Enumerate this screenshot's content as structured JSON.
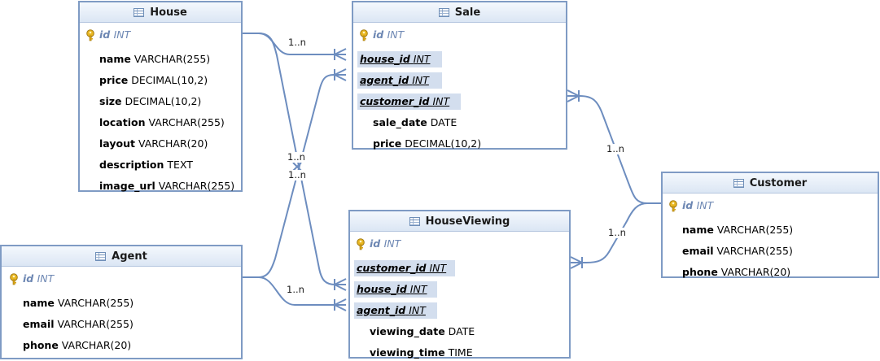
{
  "entities": {
    "house": {
      "title": "House",
      "pk": {
        "name": "id",
        "type": "INT"
      },
      "fields": [
        {
          "name": "name",
          "type": "VARCHAR(255)"
        },
        {
          "name": "price",
          "type": "DECIMAL(10,2)"
        },
        {
          "name": "size",
          "type": "DECIMAL(10,2)"
        },
        {
          "name": "location",
          "type": "VARCHAR(255)"
        },
        {
          "name": "layout",
          "type": "VARCHAR(20)"
        },
        {
          "name": "description",
          "type": "TEXT"
        },
        {
          "name": "image_url",
          "type": "VARCHAR(255)"
        }
      ]
    },
    "sale": {
      "title": "Sale",
      "pk": {
        "name": "id",
        "type": "INT"
      },
      "fk_fields": [
        {
          "name": "house_id",
          "type": "INT"
        },
        {
          "name": "agent_id",
          "type": "INT"
        },
        {
          "name": "customer_id",
          "type": "INT"
        }
      ],
      "fields": [
        {
          "name": "sale_date",
          "type": "DATE"
        },
        {
          "name": "price",
          "type": "DECIMAL(10,2)"
        }
      ]
    },
    "customer": {
      "title": "Customer",
      "pk": {
        "name": "id",
        "type": "INT"
      },
      "fields": [
        {
          "name": "name",
          "type": "VARCHAR(255)"
        },
        {
          "name": "email",
          "type": "VARCHAR(255)"
        },
        {
          "name": "phone",
          "type": "VARCHAR(20)"
        }
      ]
    },
    "agent": {
      "title": "Agent",
      "pk": {
        "name": "id",
        "type": "INT"
      },
      "fields": [
        {
          "name": "name",
          "type": "VARCHAR(255)"
        },
        {
          "name": "email",
          "type": "VARCHAR(255)"
        },
        {
          "name": "phone",
          "type": "VARCHAR(20)"
        }
      ]
    },
    "houseviewing": {
      "title": "HouseViewing",
      "pk": {
        "name": "id",
        "type": "INT"
      },
      "fk_fields": [
        {
          "name": "customer_id",
          "type": "INT"
        },
        {
          "name": "house_id",
          "type": "INT"
        },
        {
          "name": "agent_id",
          "type": "INT"
        }
      ],
      "fields": [
        {
          "name": "viewing_date",
          "type": "DATE"
        },
        {
          "name": "viewing_time",
          "type": "TIME"
        }
      ]
    }
  },
  "relationships": [
    {
      "label": "1..n"
    },
    {
      "label": "1..n"
    },
    {
      "label": "1..n"
    },
    {
      "label": "1..n"
    },
    {
      "label": "1..n"
    },
    {
      "label": "1..n"
    }
  ],
  "colors": {
    "line": "#6d8dbf",
    "border": "#7f9bc4",
    "fk_highlight": "#d3deee",
    "pk_text": "#6d87b3"
  }
}
